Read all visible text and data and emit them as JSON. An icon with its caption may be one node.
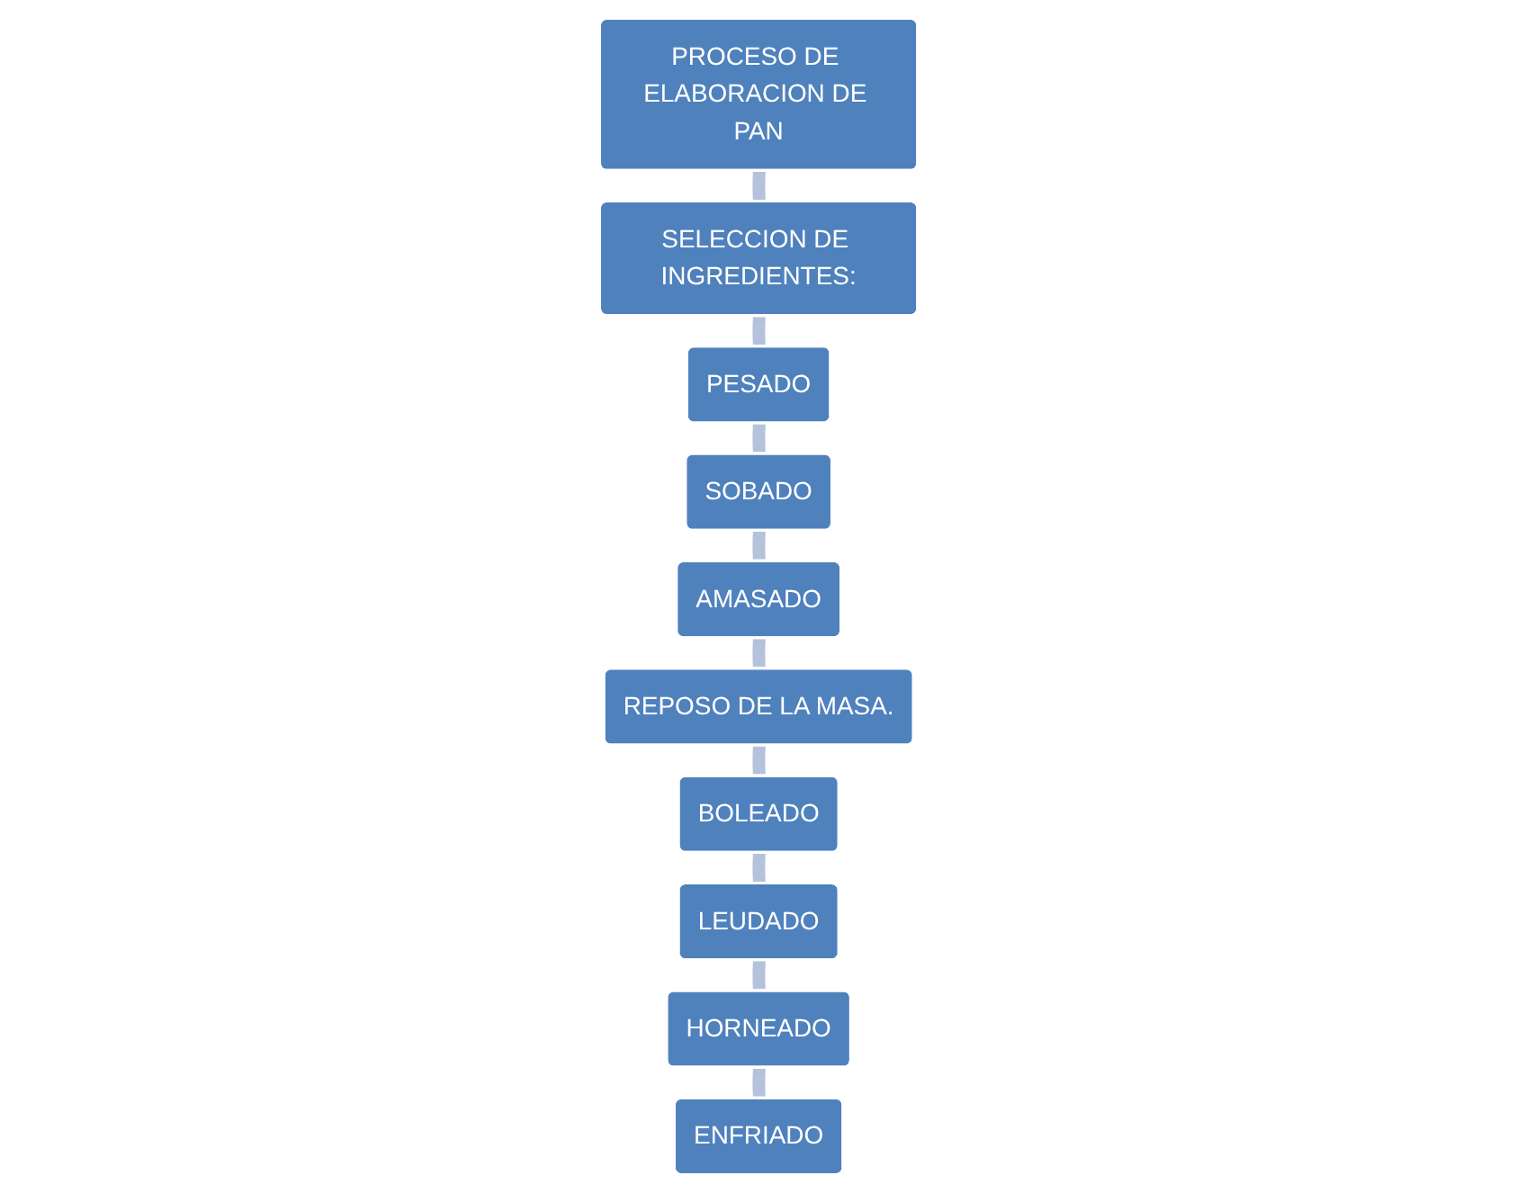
{
  "diagram": {
    "nodes": [
      {
        "text": [
          "PROCESO DE ELABORACION DE PAN"
        ]
      },
      {
        "text": [
          "SELECCION DE INGREDIENTES:"
        ]
      },
      {
        "text": [
          "PESADO"
        ]
      },
      {
        "text": [
          "SOBADO"
        ]
      },
      {
        "text": [
          "AMASADO"
        ]
      },
      {
        "text": [
          "REPOSO DE LA MASA."
        ]
      },
      {
        "text": [
          "BOLEADO"
        ]
      },
      {
        "text": [
          "LEUDADO"
        ]
      },
      {
        "text": [
          "HORNEADO"
        ]
      },
      {
        "text": [
          "ENFRIADO"
        ]
      }
    ],
    "edges": [
      {
        "from": 0,
        "to": 1,
        "arrow": "none"
      },
      {
        "from": 1,
        "to": 2,
        "arrow": "none"
      },
      {
        "from": 2,
        "to": 3,
        "arrow": "none"
      },
      {
        "from": 3,
        "to": 4,
        "arrow": "none"
      },
      {
        "from": 4,
        "to": 5,
        "arrow": "none"
      },
      {
        "from": 5,
        "to": 6,
        "arrow": "none"
      },
      {
        "from": 6,
        "to": 7,
        "arrow": "none"
      },
      {
        "from": 7,
        "to": 8,
        "arrow": "none"
      },
      {
        "from": 8,
        "to": 9,
        "arrow": "none"
      }
    ]
  }
}
